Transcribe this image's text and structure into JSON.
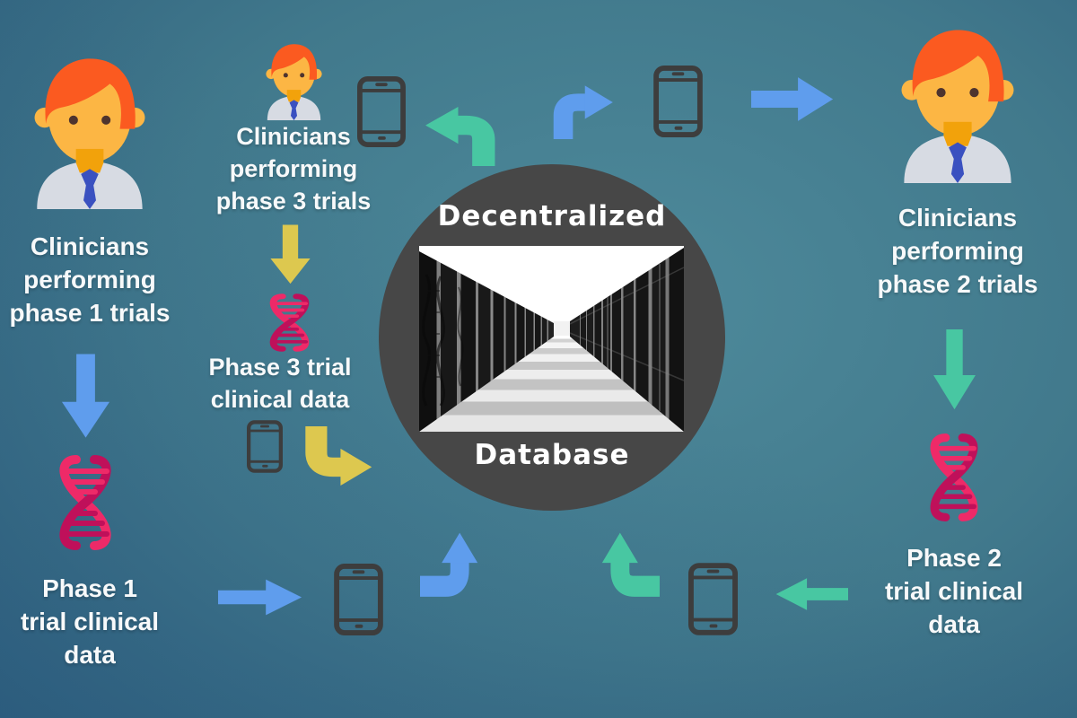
{
  "palette": {
    "bg_center": "#4e8a9b",
    "bg_mid": "#41798c",
    "bg_edge": "#2e5f7d",
    "arrow_blue": "#5f9ded",
    "arrow_green": "#48c7a2",
    "arrow_yellow": "#ddc84f",
    "circle_fill": "#474747",
    "title_text": "#ffffff",
    "label_text": "#f7f9fa",
    "phone_color": "#3d3d3d",
    "dna_bright": "#ee2a68",
    "dna_dark": "#bf105a",
    "hair": "#fb5a20",
    "skin": "#fcb644",
    "neck": "#f2a20b",
    "shirt": "#d7dbe3",
    "tie": "#3a51c0",
    "eyes": "#4e342e"
  },
  "center": {
    "line1": "Decentralized",
    "line2": "Database"
  },
  "labels": {
    "phase1_clinicians": {
      "lines": [
        "Clinicians",
        "performing",
        "phase 1 trials"
      ]
    },
    "phase1_data": {
      "lines": [
        "Phase 1",
        "trial clinical",
        "data"
      ]
    },
    "phase3_clinicians": {
      "lines": [
        "Clinicians",
        "performing",
        "phase 3 trials"
      ]
    },
    "phase3_data": {
      "lines": [
        "Phase 3 trial",
        "clinical data"
      ]
    },
    "phase2_clinicians": {
      "lines": [
        "Clinicians",
        "performing",
        "phase 2 trials"
      ]
    },
    "phase2_data": {
      "lines": [
        "Phase 2",
        "trial clinical",
        "data"
      ]
    }
  },
  "icons": {
    "clinician": "clinician-avatar-icon",
    "dna": "dna-helix-icon",
    "phone": "smartphone-icon",
    "database_photo": "server-room-dna-photo"
  }
}
